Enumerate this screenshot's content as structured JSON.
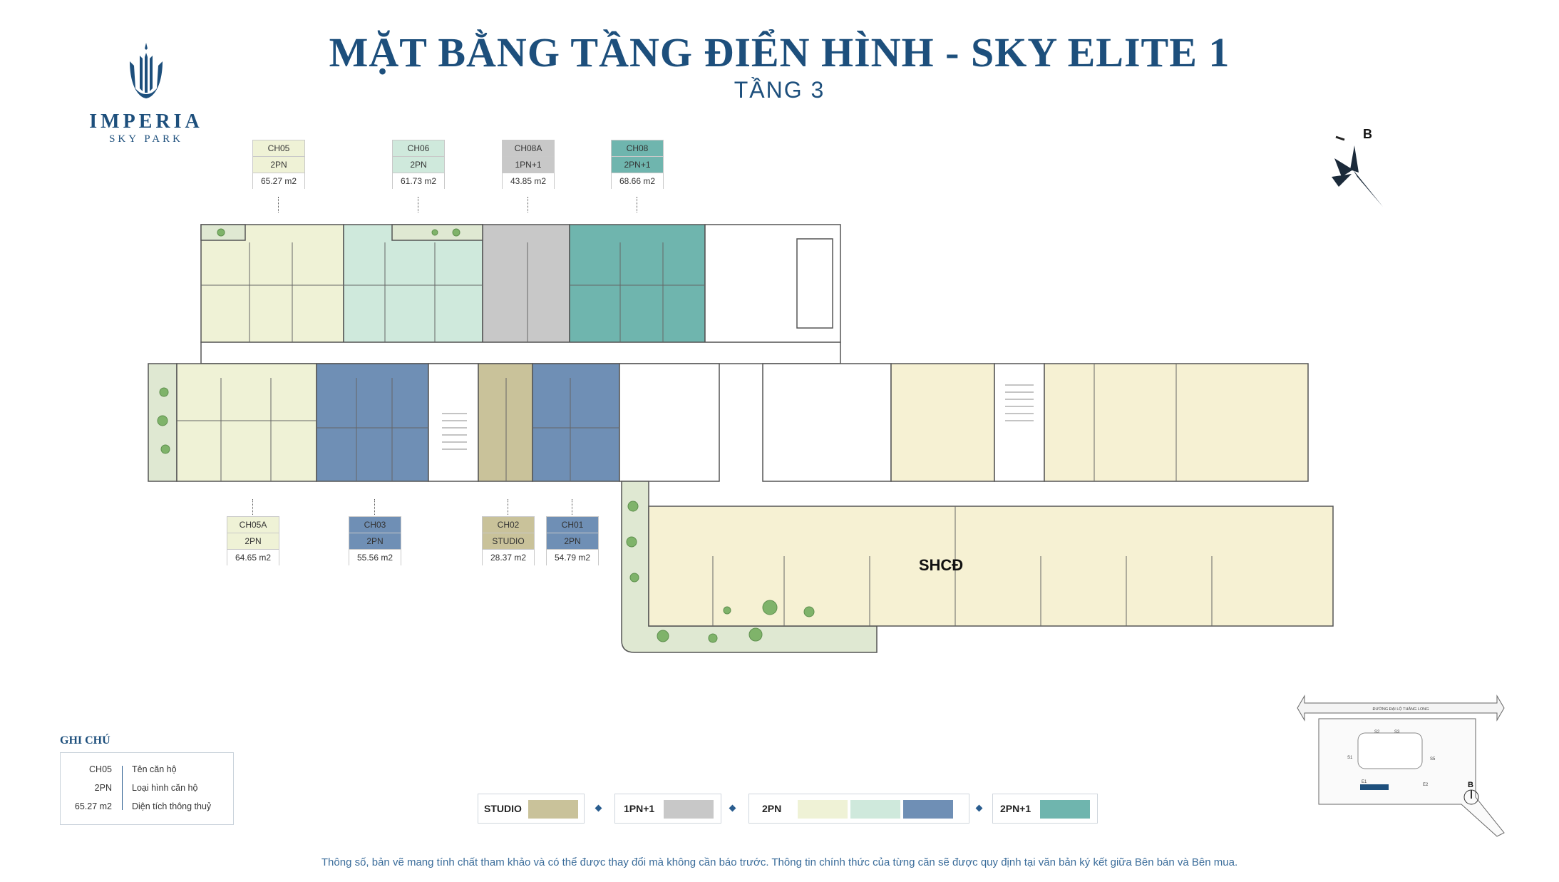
{
  "brand": {
    "name": "IMPERIA",
    "sub": "SKY PARK"
  },
  "header": {
    "title": "MẶT BẰNG TẦNG ĐIỂN HÌNH - SKY ELITE 1",
    "subtitle": "TẦNG 3"
  },
  "compass_letter": "B",
  "colors": {
    "studio": "#c9c29a",
    "onepn": "#c8c8c8",
    "twopn_a": "#eff2d6",
    "twopn_b": "#cfe9dc",
    "twopn_c": "#6f8fb5",
    "twopn1": "#6fb5ae",
    "common": "#f6f1d3",
    "green": "#dfe8d2"
  },
  "units_top": [
    {
      "code": "CH05",
      "type": "2PN",
      "area": "65.27 m2",
      "tone": "twopn_a"
    },
    {
      "code": "CH06",
      "type": "2PN",
      "area": "61.73 m2",
      "tone": "twopn_b"
    },
    {
      "code": "CH08A",
      "type": "1PN+1",
      "area": "43.85 m2",
      "tone": "onepn"
    },
    {
      "code": "CH08",
      "type": "2PN+1",
      "area": "68.66 m2",
      "tone": "twopn1"
    }
  ],
  "units_bottom": [
    {
      "code": "CH05A",
      "type": "2PN",
      "area": "64.65 m2",
      "tone": "twopn_a"
    },
    {
      "code": "CH03",
      "type": "2PN",
      "area": "55.56 m2",
      "tone": "twopn_c"
    },
    {
      "code": "CH02",
      "type": "STUDIO",
      "area": "28.37 m2",
      "tone": "studio"
    },
    {
      "code": "CH01",
      "type": "2PN",
      "area": "54.79 m2",
      "tone": "twopn_c"
    }
  ],
  "common_label": "SHCĐ",
  "notes": {
    "title": "GHI CHÚ",
    "rows": [
      {
        "key": "CH05",
        "desc": "Tên căn hộ"
      },
      {
        "key": "2PN",
        "desc": "Loại hình căn hộ"
      },
      {
        "key": "65.27 m2",
        "desc": "Diện tích thông thuỷ"
      }
    ]
  },
  "legend": {
    "studio": "STUDIO",
    "onepn": "1PN+1",
    "twopn": "2PN",
    "twopn1": "2PN+1"
  },
  "site_map": {
    "road": "ĐƯỜNG ĐẠI LỘ THĂNG LONG",
    "blocks": [
      "S1",
      "S2",
      "S3",
      "S5",
      "E1",
      "E2"
    ],
    "compass": "B"
  },
  "footer": "Thông số, bản vẽ mang tính chất tham khảo và có thể được thay đổi mà không cần báo trước. Thông tin chính thức của từng căn sẽ được quy định tại văn bản ký kết giữa Bên bán và Bên mua."
}
